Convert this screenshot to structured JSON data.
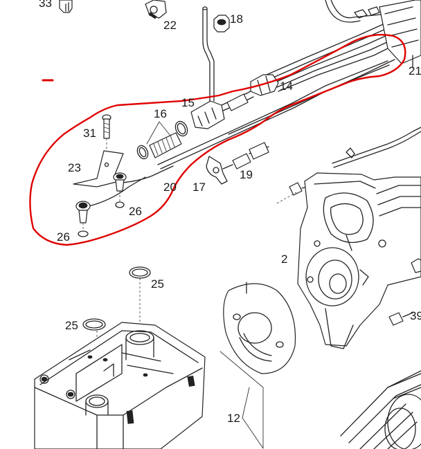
{
  "diagram": {
    "labels": {
      "p33": "33",
      "p22": "22",
      "p18": "18",
      "p21": "21",
      "p14": "14",
      "p15": "15",
      "p16": "16",
      "p31": "31",
      "p23": "23",
      "p20": "20",
      "p17": "17",
      "p19": "19",
      "p26a": "26",
      "p26b": "26",
      "p2": "2",
      "p25a": "25",
      "p25b": "25",
      "p39": "39",
      "p12": "12"
    },
    "colors": {
      "outline": "#222222",
      "highlight": "#e00000",
      "background": "#ffffff"
    }
  }
}
